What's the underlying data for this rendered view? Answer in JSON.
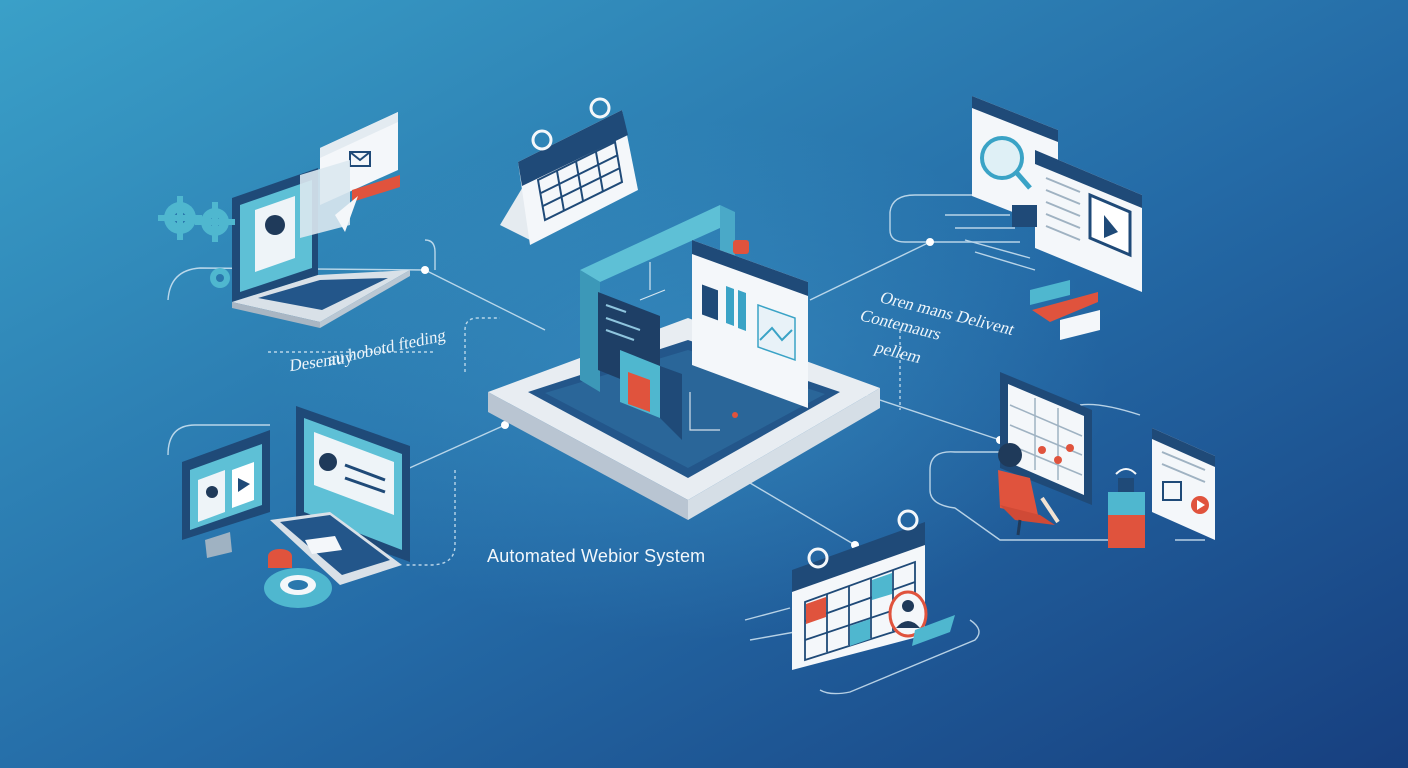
{
  "labels": {
    "main_title": "Automated Webior System",
    "left_1": "Desentuy",
    "left_2": "au hobotd fteding",
    "right_1": "Oren mans Delivent",
    "right_2": "Contemaurs",
    "right_3": "pellem"
  },
  "colors": {
    "background_top_left": "#3aa0c8",
    "background_bottom_right": "#173f7f",
    "accent_teal": "#4fb7cf",
    "accent_navy": "#1f4a78",
    "accent_red": "#e0533d",
    "panel_white": "#f3f6f9",
    "line": "#cfe4f2"
  },
  "icons": [
    "gear-icon",
    "laptop-icon",
    "envelope-icon",
    "user-icon",
    "calendar-icon",
    "central-platform-icon",
    "chart-icon",
    "image-icon",
    "search-icon",
    "play-icon",
    "monitor-icon",
    "person-at-desk-icon",
    "document-icon"
  ]
}
